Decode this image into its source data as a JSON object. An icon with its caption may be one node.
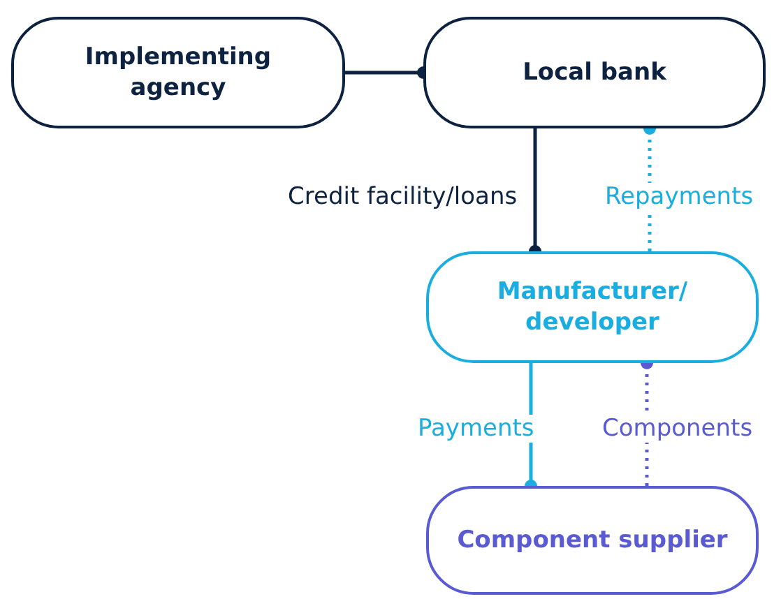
{
  "diagram": {
    "nodes": [
      {
        "text": [
          "Implementing agency"
        ]
      },
      {
        "text": [
          "Local bank"
        ]
      },
      {
        "text": [
          "Manufacturer/ developer"
        ]
      },
      {
        "text": [
          "Component supplier"
        ]
      }
    ],
    "edges": [
      {
        "from": 0,
        "to": 1,
        "arrow": "other"
      },
      {
        "from": 1,
        "to": 2,
        "arrow": "other",
        "label": "Credit facility/loans"
      },
      {
        "from": 2,
        "to": 1,
        "arrow": "other",
        "label": "Repayments",
        "style": "dashed",
        "color": "#1aaee0"
      },
      {
        "from": 2,
        "to": 3,
        "arrow": "other",
        "label": "Payments",
        "color": "#1aaee0"
      },
      {
        "from": 3,
        "to": 2,
        "arrow": "other",
        "label": "Components",
        "style": "dashed",
        "color": "#5a5ad2"
      }
    ]
  }
}
